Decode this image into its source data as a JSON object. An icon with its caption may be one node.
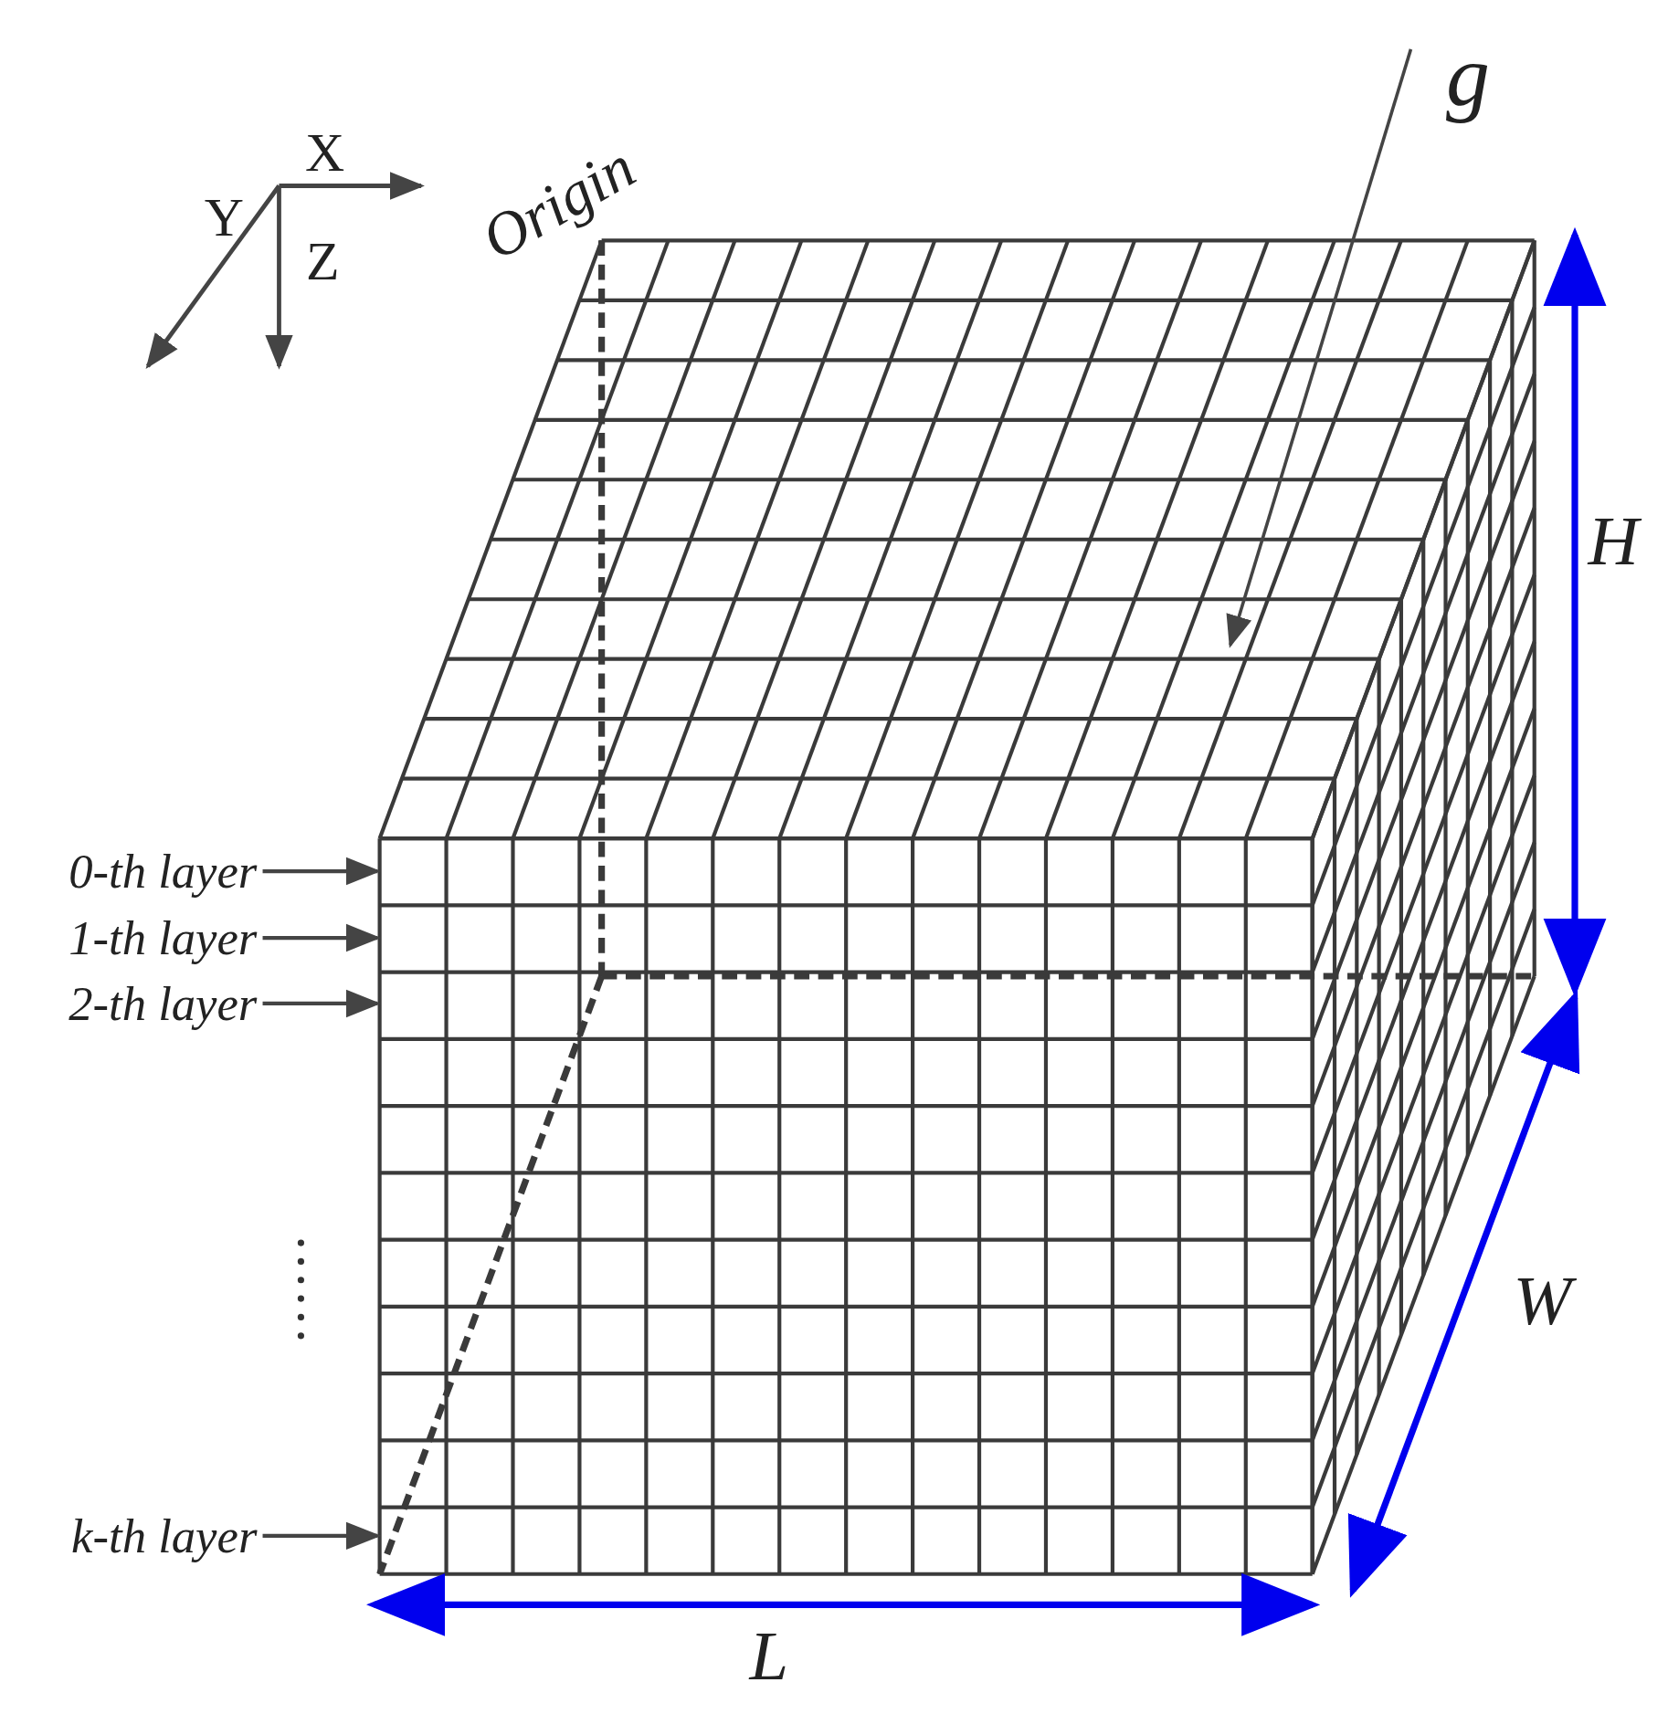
{
  "diagram": {
    "nodes": [
      {
        "text": [
          "0-th layer"
        ]
      },
      {
        "text": [
          "1-th layer"
        ]
      },
      {
        "text": [
          "2-th layer"
        ]
      },
      {
        "text": [
          "k-th layer"
        ]
      }
    ],
    "edges": [
      {
        "from": 0,
        "to": null,
        "arrow": "to"
      },
      {
        "from": 1,
        "to": null,
        "arrow": "to"
      },
      {
        "from": 2,
        "to": null,
        "arrow": "to"
      },
      {
        "from": 3,
        "to": null,
        "arrow": "to"
      }
    ],
    "labels": [
      "g",
      "X",
      "Y",
      "Origin",
      "Z",
      "H",
      "W",
      "L"
    ]
  }
}
